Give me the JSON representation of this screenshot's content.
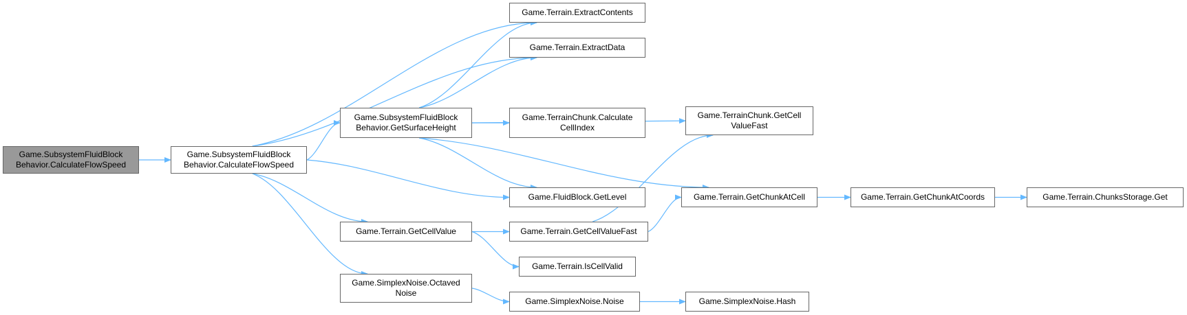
{
  "colors": {
    "edge": "#63b8ff",
    "node_border": "#666666",
    "root_fill": "#999999",
    "node_fill": "#ffffff"
  },
  "nodes": {
    "root": {
      "line1": "Game.SubsystemFluidBlock",
      "line2": "Behavior.CalculateFlowSpeed"
    },
    "calc": {
      "line1": "Game.SubsystemFluidBlock",
      "line2": "Behavior.CalculateFlowSpeed"
    },
    "surface": {
      "line1": "Game.SubsystemFluidBlock",
      "line2": "Behavior.GetSurfaceHeight"
    },
    "getcellvalue": {
      "line1": "Game.Terrain.GetCellValue"
    },
    "octaved": {
      "line1": "Game.SimplexNoise.Octaved",
      "line2": "Noise"
    },
    "extractcontents": {
      "line1": "Game.Terrain.ExtractContents"
    },
    "extractdata": {
      "line1": "Game.Terrain.ExtractData"
    },
    "calcindex": {
      "line1": "Game.TerrainChunk.Calculate",
      "line2": "CellIndex"
    },
    "fluidlevel": {
      "line1": "Game.FluidBlock.GetLevel"
    },
    "getcellvaluefast": {
      "line1": "Game.Terrain.GetCellValueFast"
    },
    "iscellvalid": {
      "line1": "Game.Terrain.IsCellValid"
    },
    "noise": {
      "line1": "Game.SimplexNoise.Noise"
    },
    "chunkgetcell": {
      "line1": "Game.TerrainChunk.GetCell",
      "line2": "ValueFast"
    },
    "chunkatcell": {
      "line1": "Game.Terrain.GetChunkAtCell"
    },
    "hash": {
      "line1": "Game.SimplexNoise.Hash"
    },
    "chunkatcoords": {
      "line1": "Game.Terrain.GetChunkAtCoords"
    },
    "chunksget": {
      "line1": "Game.Terrain.ChunksStorage.Get"
    }
  },
  "edges": [
    [
      "root",
      "calc"
    ],
    [
      "calc",
      "surface"
    ],
    [
      "calc",
      "extractcontents"
    ],
    [
      "calc",
      "extractdata"
    ],
    [
      "calc",
      "fluidlevel"
    ],
    [
      "calc",
      "getcellvalue"
    ],
    [
      "calc",
      "octaved"
    ],
    [
      "surface",
      "extractcontents"
    ],
    [
      "surface",
      "extractdata"
    ],
    [
      "surface",
      "calcindex"
    ],
    [
      "surface",
      "fluidlevel"
    ],
    [
      "surface",
      "chunkgetcell"
    ],
    [
      "surface",
      "chunkatcell"
    ],
    [
      "getcellvalue",
      "getcellvaluefast"
    ],
    [
      "getcellvalue",
      "iscellvalid"
    ],
    [
      "getcellvaluefast",
      "chunkgetcell"
    ],
    [
      "getcellvaluefast",
      "chunkatcell"
    ],
    [
      "chunkatcell",
      "chunkatcoords"
    ],
    [
      "chunkatcoords",
      "chunksget"
    ],
    [
      "octaved",
      "noise"
    ],
    [
      "noise",
      "hash"
    ]
  ]
}
